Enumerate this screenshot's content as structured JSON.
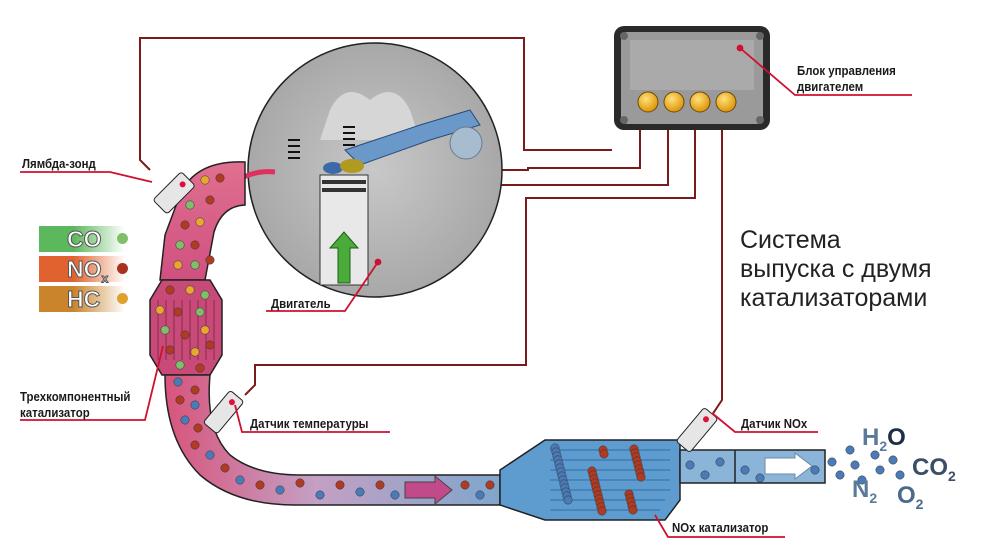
{
  "title": {
    "line1": "Система",
    "line2": "выпуска с двумя",
    "line3": "катализаторами"
  },
  "labels": {
    "lambda_probe": "Лямбда-зонд",
    "engine": "Двигатель",
    "ecu_line1": "Блок управления",
    "ecu_line2": "двигателем",
    "three_way_line1": "Трехкомпонентный",
    "three_way_line2": "катализатор",
    "temp_sensor": "Датчик температуры",
    "nox_sensor": "Датчик NOx",
    "nox_catalyst": "NOx катализатор"
  },
  "legend": [
    {
      "name": "CO",
      "sub": "",
      "color": "#5cb85c",
      "dot": "#7fbf6a"
    },
    {
      "name": "NO",
      "sub": "x",
      "color": "#e0622e",
      "dot": "#a8321e"
    },
    {
      "name": "HC",
      "sub": "",
      "color": "#c9842c",
      "dot": "#e0a030"
    }
  ],
  "outputs": [
    {
      "base": "H",
      "sub": "2",
      "tail": "O"
    },
    {
      "base": "CO",
      "sub": "2",
      "tail": ""
    },
    {
      "base": "N",
      "sub": "2",
      "tail": ""
    },
    {
      "base": "O",
      "sub": "2",
      "tail": ""
    }
  ],
  "colors": {
    "wire": "#7a1a1a",
    "leader": "#d01030",
    "hot_pipe": "#d9507a",
    "cool_pipe": "#6a9cc8",
    "ecu_led": "#f2b51c"
  }
}
